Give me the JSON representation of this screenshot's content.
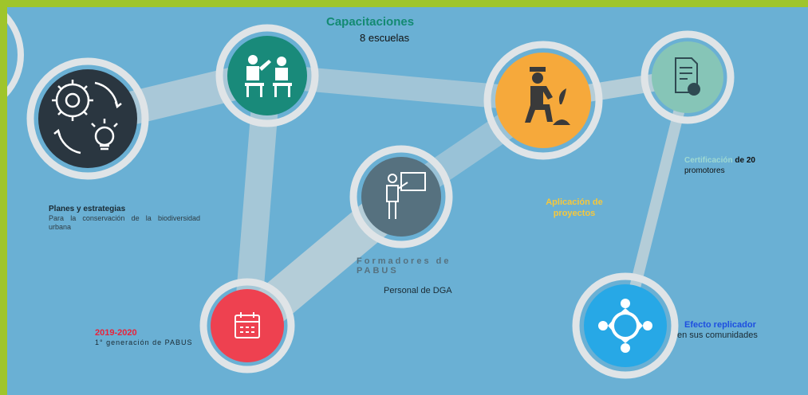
{
  "header": {
    "title": "Capacitaciones",
    "subtitle": "8 escuelas"
  },
  "nodes": {
    "planes": {
      "title": "Planes y estrategias",
      "desc": "Para la conservación de la biodiversidad urbana",
      "icon": "gears-lightbulb-cycle-icon",
      "color": "#2a3640"
    },
    "capacitaciones": {
      "icon": "classroom-students-icon",
      "color": "#198a7a"
    },
    "formadores": {
      "title": "Formadores de PABUS",
      "desc": "Personal de DGA",
      "icon": "presenter-board-icon",
      "color": "#56717f"
    },
    "aplicacion": {
      "title": "Aplicación de proyectos",
      "icon": "worker-planting-icon",
      "color": "#f6a93b"
    },
    "certificacion": {
      "title_highlight": "Certificación",
      "title_rest_1": "de",
      "count": "20",
      "title_rest_2": "promotores",
      "icon": "certificate-document-icon",
      "color": "#86c5b7"
    },
    "generacion": {
      "year": "2019-2020",
      "desc": "1° generación de PABUS",
      "icon": "calendar-icon",
      "color": "#ee4150"
    },
    "efecto": {
      "title": "Efecto replicador",
      "desc": "en sus comunidades",
      "icon": "community-network-icon",
      "color": "#27a8e6"
    }
  },
  "colors": {
    "background_frame": "#9fc52b",
    "panel": "#6ab0d4",
    "connector": "#b9cfd9",
    "ring": "#dfe4e7"
  }
}
